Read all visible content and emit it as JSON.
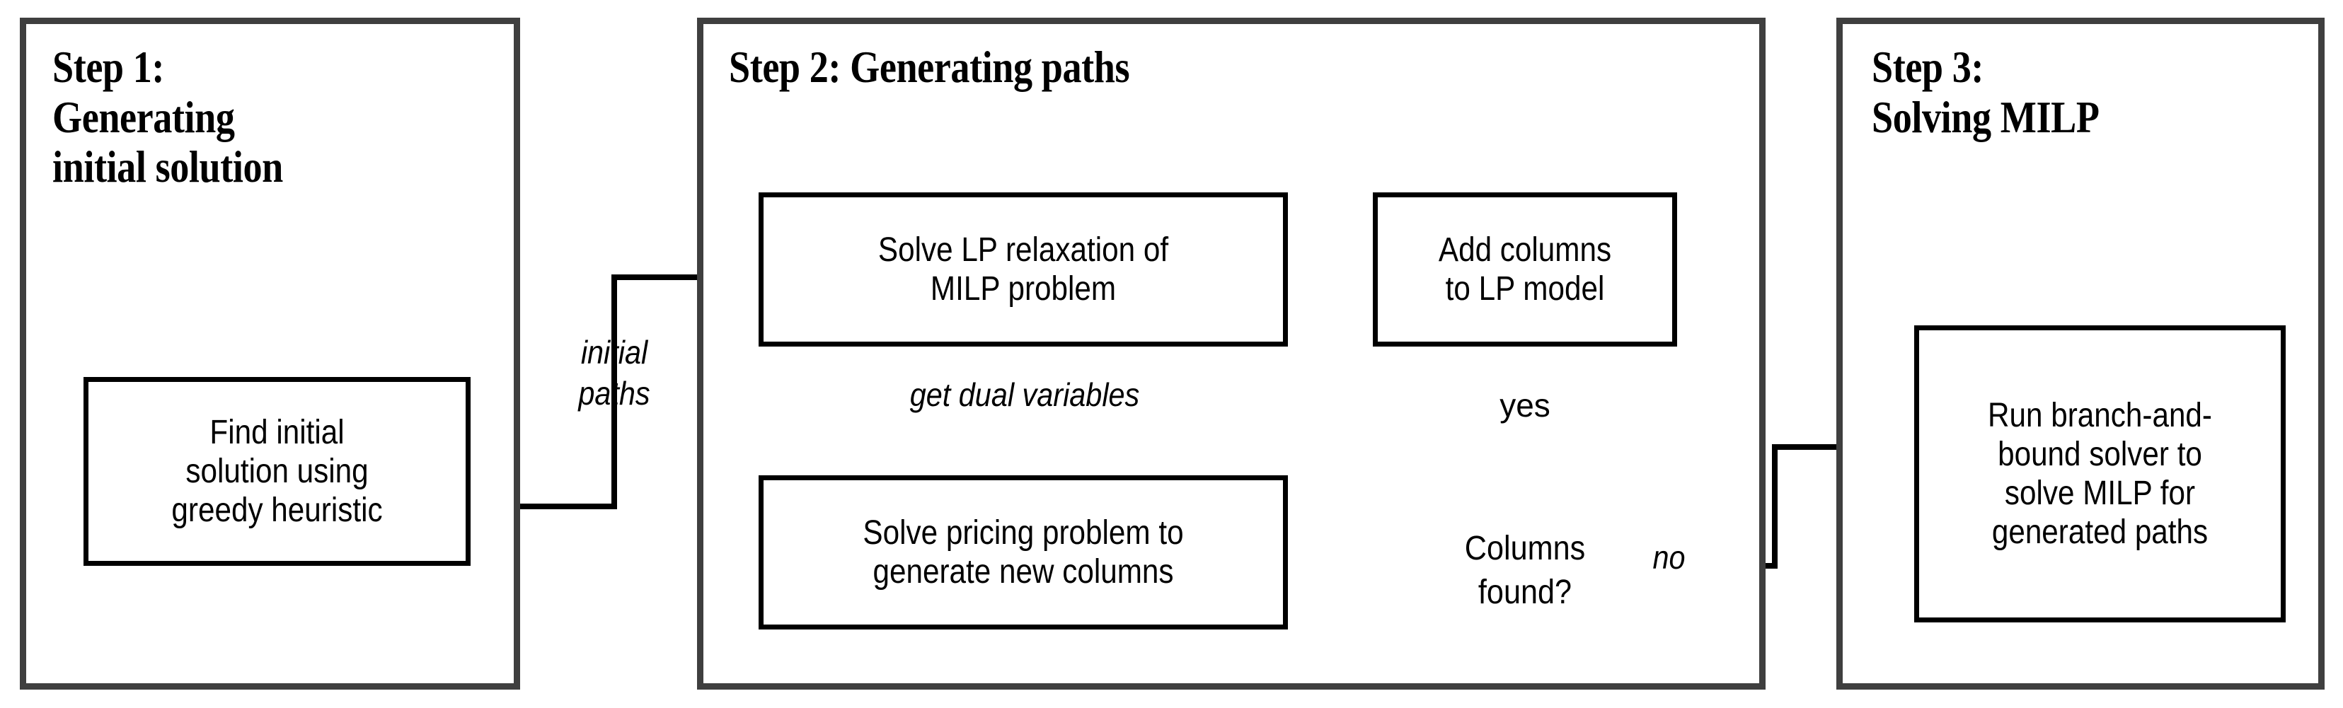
{
  "diagram": {
    "title": "Three-step column generation solution approach",
    "colors": {
      "panel_border": "#3f3f3f",
      "node_border": "#000000",
      "arrow": "#000000",
      "background": "#ffffff",
      "text": "#000000"
    }
  },
  "panels": [
    {
      "id": "step1",
      "title": "Step 1:\nGenerating\ninitial solution"
    },
    {
      "id": "step2",
      "title": "Step 2: Generating paths"
    },
    {
      "id": "step3",
      "title": "Step 3:\nSolving MILP"
    }
  ],
  "nodes": {
    "find_initial": "Find initial\nsolution using\ngreedy heuristic",
    "solve_lp": "Solve LP relaxation of\nMILP problem",
    "add_columns": "Add columns\nto LP model",
    "solve_pricing": "Solve pricing problem to\ngenerate new columns",
    "columns_found": "Columns\nfound?",
    "run_bnb": "Run branch-and-\nbound solver to\nsolve MILP for\ngenerated paths"
  },
  "edge_labels": {
    "initial_paths": "initial\npaths",
    "get_dual_variables": "get dual variables",
    "yes": "yes",
    "no": "no"
  },
  "edges": [
    {
      "from": "find_initial",
      "to": "solve_lp",
      "label": "initial paths"
    },
    {
      "from": "solve_lp",
      "to": "solve_pricing",
      "label": "get dual variables"
    },
    {
      "from": "solve_pricing",
      "to": "columns_found",
      "label": ""
    },
    {
      "from": "columns_found",
      "to": "add_columns",
      "label": "yes"
    },
    {
      "from": "add_columns",
      "to": "solve_lp",
      "label": ""
    },
    {
      "from": "columns_found",
      "to": "run_bnb",
      "label": "no"
    }
  ]
}
